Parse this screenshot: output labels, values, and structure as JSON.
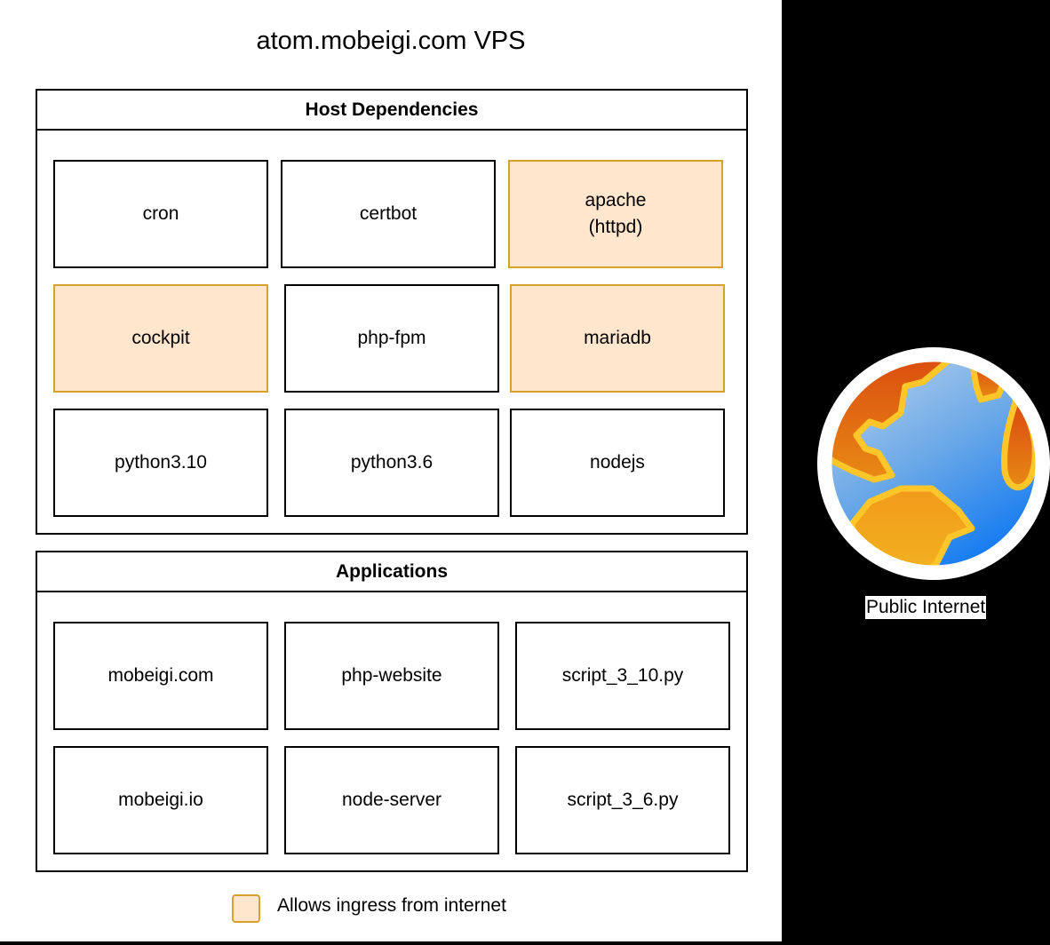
{
  "vps": {
    "title": "atom.mobeigi.com VPS"
  },
  "host_dependencies": {
    "title": "Host Dependencies",
    "items": [
      {
        "label": "cron",
        "ingress": false
      },
      {
        "label": "certbot",
        "ingress": false
      },
      {
        "label": "apache\n(httpd)",
        "ingress": true
      },
      {
        "label": "cockpit",
        "ingress": true
      },
      {
        "label": "php-fpm",
        "ingress": false
      },
      {
        "label": "mariadb",
        "ingress": true
      },
      {
        "label": "python3.10",
        "ingress": false
      },
      {
        "label": "python3.6",
        "ingress": false
      },
      {
        "label": "nodejs",
        "ingress": false
      }
    ]
  },
  "applications": {
    "title": "Applications",
    "items": [
      {
        "label": "mobeigi.com"
      },
      {
        "label": "php-website"
      },
      {
        "label": "script_3_10.py"
      },
      {
        "label": "mobeigi.io"
      },
      {
        "label": "node-server"
      },
      {
        "label": "script_3_6.py"
      }
    ]
  },
  "legend": {
    "label": "Allows ingress from internet",
    "fill_color": "#ffe6cc",
    "stroke_color": "#d6a22c"
  },
  "internet": {
    "label": "Public Internet",
    "icon": "globe-icon"
  }
}
